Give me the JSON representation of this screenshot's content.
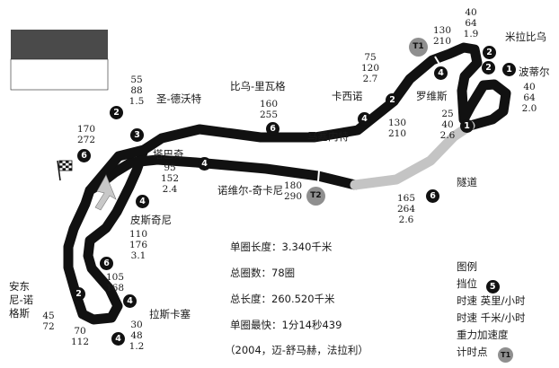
{
  "circuit": {
    "flag_colors": [
      "#4a4a4a",
      "#ffffff"
    ],
    "track_color": "#111111",
    "tunnel_color": "#c4c4c4",
    "corners": {
      "ste_devote": "圣-德沃特",
      "beau_rivage": "比乌-里瓦格",
      "casino": "卡西诺",
      "mirabeau": "米拉比乌",
      "loews": "罗维斯",
      "portier": "波蒂尔",
      "massenet": "马塞内特",
      "tunnel": "隧道",
      "nouvelle_chicane": "诺维尔-奇卡尼",
      "tabac": "塔巴奇",
      "piscine": "皮斯奇尼",
      "rascasse": "拉斯卡塞",
      "anthony_noghes": "安东尼-诺格斯"
    },
    "speeds": {
      "ste_devote": [
        "55",
        "88",
        "1.5"
      ],
      "beau_rivage": [
        "160",
        "255"
      ],
      "casino": [
        "75",
        "120",
        "2.7"
      ],
      "massenet": [
        "130",
        "210"
      ],
      "t1": [
        "130",
        "210"
      ],
      "mirabeau": [
        "40",
        "64",
        "1.9"
      ],
      "loews": [
        "25",
        "40",
        "2.6"
      ],
      "portier": [
        "40",
        "64",
        "2.0"
      ],
      "tunnel": [
        "165",
        "264",
        "2.6"
      ],
      "t2": [
        "180",
        "290"
      ],
      "tabac": [
        "95",
        "152",
        "2.4"
      ],
      "start": [
        "170",
        "272"
      ],
      "piscine": [
        "110",
        "176",
        "3.1"
      ],
      "chicane_pool": [
        "105",
        "168"
      ],
      "rascasse": [
        "30",
        "48",
        "1.2"
      ],
      "anthony_1": [
        "45",
        "72"
      ],
      "anthony_2": [
        "70",
        "112"
      ]
    },
    "gears": {
      "ste_devote": "2",
      "start": "6",
      "turn_3": "3",
      "beau_rivage": "6",
      "casino_in": "2",
      "massenet": "4",
      "mirabeau_top": "4",
      "mirabeau_a": "2",
      "mirabeau_b": "2",
      "loews": "1",
      "portier_a": "1",
      "tunnel": "6",
      "nouvelle_chicane": "4",
      "piscine": "4",
      "chicane_pool": "6",
      "rascasse_a": "4",
      "rascasse_b": "4",
      "anthony": "2"
    },
    "timers": {
      "t1": "T1",
      "t2": "T2"
    }
  },
  "stats": {
    "lap_length": "单圈长度：3.340千米",
    "laps": "总圈数：78圈",
    "total_length": "总长度：260.520千米",
    "fastest_lap": "单圈最快：1分14秒439",
    "record_note": "（2004，迈-舒马赫，法拉利）"
  },
  "legend": {
    "title": "图例",
    "gear_label": "挡位",
    "gear_sample": "5",
    "speed_mph": "时速 英里/小时",
    "speed_kmh": "时速 千米/小时",
    "g_force": "重力加速度",
    "timer_label": "计时点",
    "timer_sample": "T1"
  }
}
